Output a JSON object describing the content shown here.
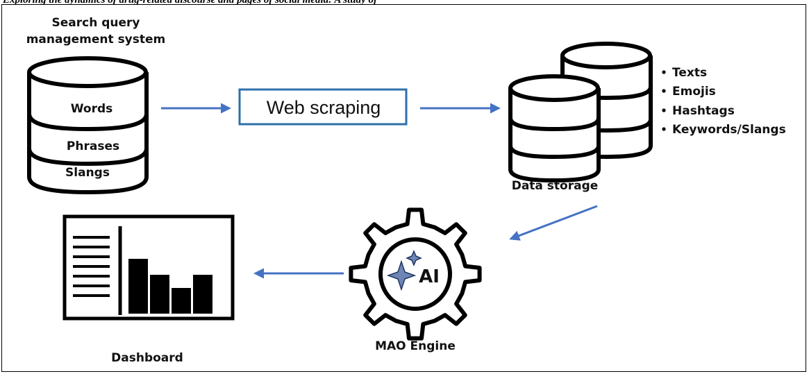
{
  "caption": "Exploring the dynamics of drug-related discourse and pages of social media: A study of",
  "diagram": {
    "source": {
      "title_line1": "Search query",
      "title_line2": "management system",
      "items": [
        "Words",
        "Phrases",
        "Slangs"
      ]
    },
    "scraper": {
      "label": "Web scraping"
    },
    "storage": {
      "label": "Data storage",
      "bullets": [
        "Texts",
        "Emojis",
        "Hashtags",
        "Keywords/Slangs"
      ]
    },
    "engine": {
      "label": "MAO Engine",
      "badge": "AI"
    },
    "dashboard": {
      "label": "Dashboard",
      "bar_levels": [
        0.79,
        0.56,
        0.37,
        0.56
      ]
    }
  },
  "colors": {
    "arrow": "#4472C4",
    "box_border": "#2E6FA8",
    "ink": "#000000"
  }
}
